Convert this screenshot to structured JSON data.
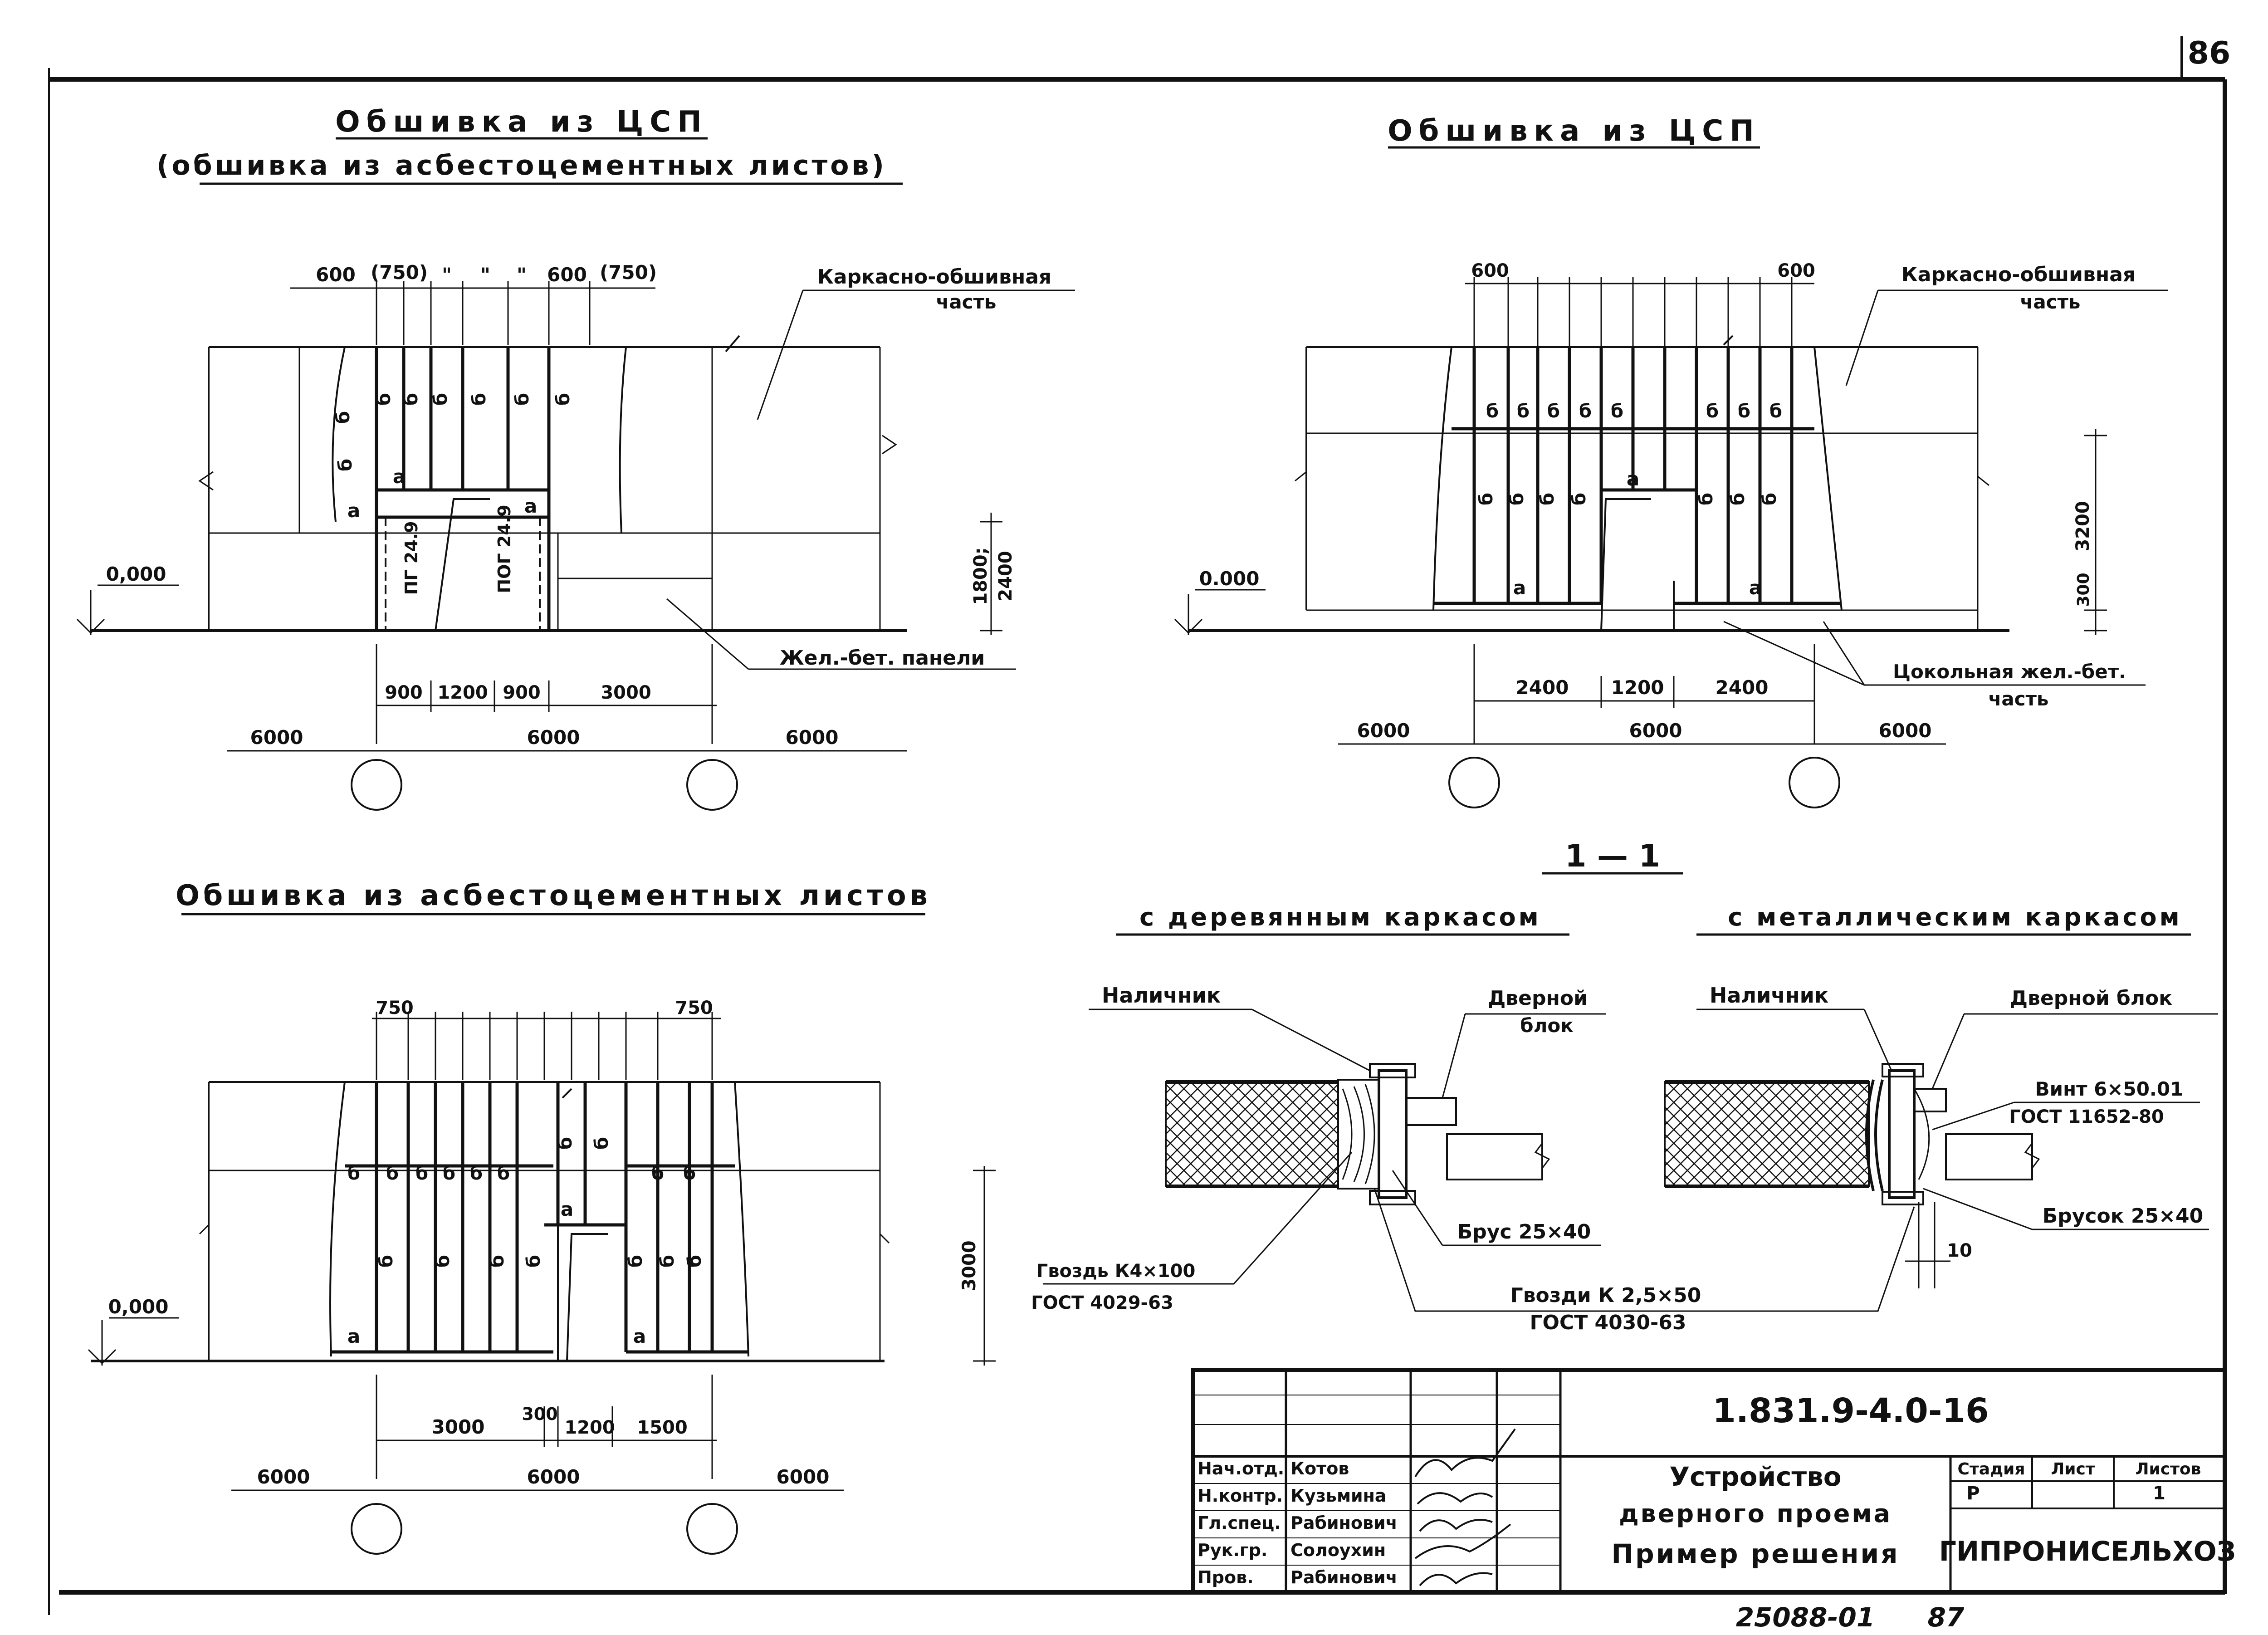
{
  "sheet_number": "86",
  "drawing_code": "1.831.9-4.0-16",
  "inventory_number": "25088-01",
  "inventory_suffix": "87",
  "titles": {
    "top_left_1": "Обшивка из ЦСП",
    "top_left_2": "(обшивка из асбестоцементных листов)",
    "top_right": "Обшивка из ЦСП",
    "bottom_left": "Обшивка из асбестоцементных листов",
    "section": "1 — 1",
    "section_wood": "с деревянным каркасом",
    "section_metal": "с металлическим каркасом"
  },
  "callouts": {
    "frame_part_1": "Каркасно-обшивная",
    "frame_part_2": "часть",
    "rc_panels": "Жел.-бет. панели",
    "plinth_1": "Цокольная жел.-бет.",
    "plinth_2": "часть",
    "casing": "Наличник",
    "door_block_1": "Дверной",
    "door_block_2": "блок",
    "door_block_full": "Дверной блок",
    "beam_wood": "Брус 25×40",
    "beam_metal": "Брусок 25×40",
    "nail_1": "Гвоздь К4×100",
    "nail_2": "ГОСТ 4029-63",
    "nails_1": "Гвозди К 2,5×50",
    "nails_2": "ГОСТ 4030-63",
    "screw_1": "Винт 6×50.01",
    "screw_2": "ГОСТ 11652-80",
    "gap": "10"
  },
  "marks": {
    "level_comma": "0,000",
    "level_dot": "0.000",
    "b": "б",
    "a": "а",
    "pg": "ПГ 24.9",
    "pog": "ПОГ 24.9",
    "ditto": "\""
  },
  "dims": {
    "d600": "600",
    "d750p": "(750)",
    "d750": "750",
    "d900": "900",
    "d1200": "1200",
    "d3000": "3000",
    "d2400": "2400",
    "d6000": "6000",
    "d1800_2400": "1800;",
    "d2400b": "2400",
    "d3200": "3200",
    "d300": "300",
    "d1500": "1500"
  },
  "title_block": {
    "roles": [
      "Нач.отд.",
      "Н.контр.",
      "Гл.спец.",
      "Рук.гр.",
      "Пров."
    ],
    "names": [
      "Котов",
      "Кузьмина",
      "Рабинович",
      "Солоухин",
      "Рабинович"
    ],
    "title_lines": [
      "Устройство",
      "дверного проема",
      "Пример решения"
    ],
    "stage_header": "Стадия",
    "sheet_header": "Лист",
    "sheets_header": "Листов",
    "stage": "Р",
    "sheets": "1",
    "organization": "ГИПРОНИСЕЛЬХОЗ"
  }
}
